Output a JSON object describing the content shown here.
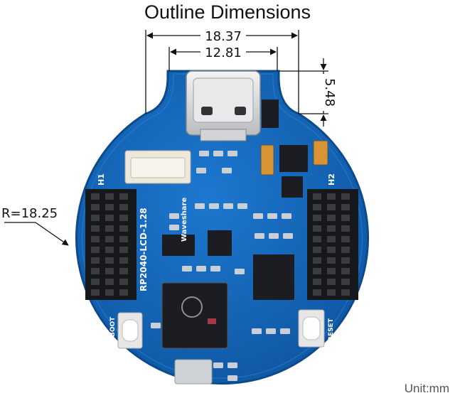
{
  "title": "Outline Dimensions",
  "dimensions": {
    "width_outer": "18.37",
    "width_connector": "12.81",
    "height_connector": "5.48",
    "radius": "R=18.25"
  },
  "unit_label": "Unit:mm",
  "board": {
    "model": "RP2040-LCD-1.28",
    "brand": "Waveshare",
    "header_left": "H1",
    "header_right": "H2",
    "button_left": "BOOT",
    "button_right": "RESET"
  },
  "colors": {
    "pcb": "#1466b8",
    "pcb_edge": "#0e4f93",
    "pad": "#c9cfd6",
    "chip": "#1b1d22"
  }
}
